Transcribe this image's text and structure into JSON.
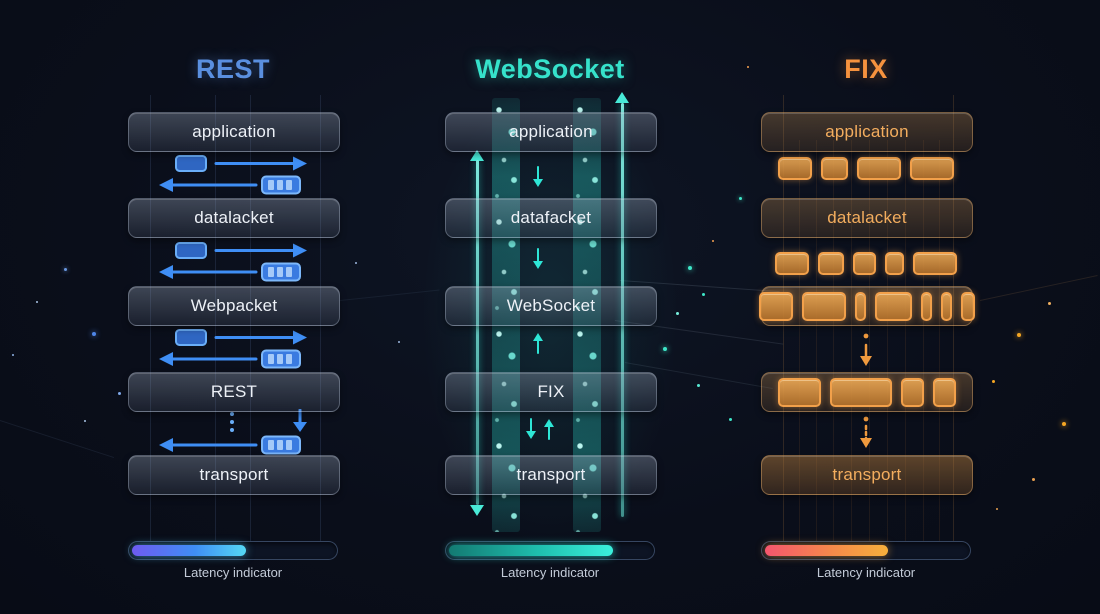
{
  "columns": [
    {
      "title": "REST",
      "title_color": "#5a8fdf",
      "accent_color": "#3f8ef5",
      "layers": [
        "application",
        "datalacket",
        "Webpacket",
        "REST",
        "transport"
      ],
      "latency": {
        "label": "Latency indicator",
        "fill_percent": 55,
        "gradient": [
          "#6e5bf0",
          "#3f8ef5",
          "#55d8f5"
        ]
      }
    },
    {
      "title": "WebSocket",
      "title_color": "#36e2cb",
      "accent_color": "#2ee6d6",
      "layers": [
        "application",
        "datafacket",
        "WebSocket",
        "FIX",
        "transport"
      ],
      "latency": {
        "label": "Latency indicator",
        "fill_percent": 79,
        "gradient": [
          "#137a72",
          "#2ee6d6"
        ]
      }
    },
    {
      "title": "FIX",
      "title_color": "#f5923e",
      "accent_color": "#f09a3e",
      "layers": [
        "application",
        "datalacket",
        null,
        null,
        "transport"
      ],
      "latency": {
        "label": "Latency indicator",
        "fill_percent": 59,
        "gradient": [
          "#f4566e",
          "#f7b03c"
        ]
      },
      "packet_rows": {
        "between_application_datalacket": [
          30,
          23,
          40,
          40
        ],
        "between_datalacket_layer3": [
          30,
          22,
          19,
          15,
          40
        ],
        "inside_layer3": [
          30,
          40,
          7,
          33,
          7,
          7,
          10
        ],
        "inside_layer4": [
          39,
          58,
          19,
          19
        ]
      }
    }
  ]
}
